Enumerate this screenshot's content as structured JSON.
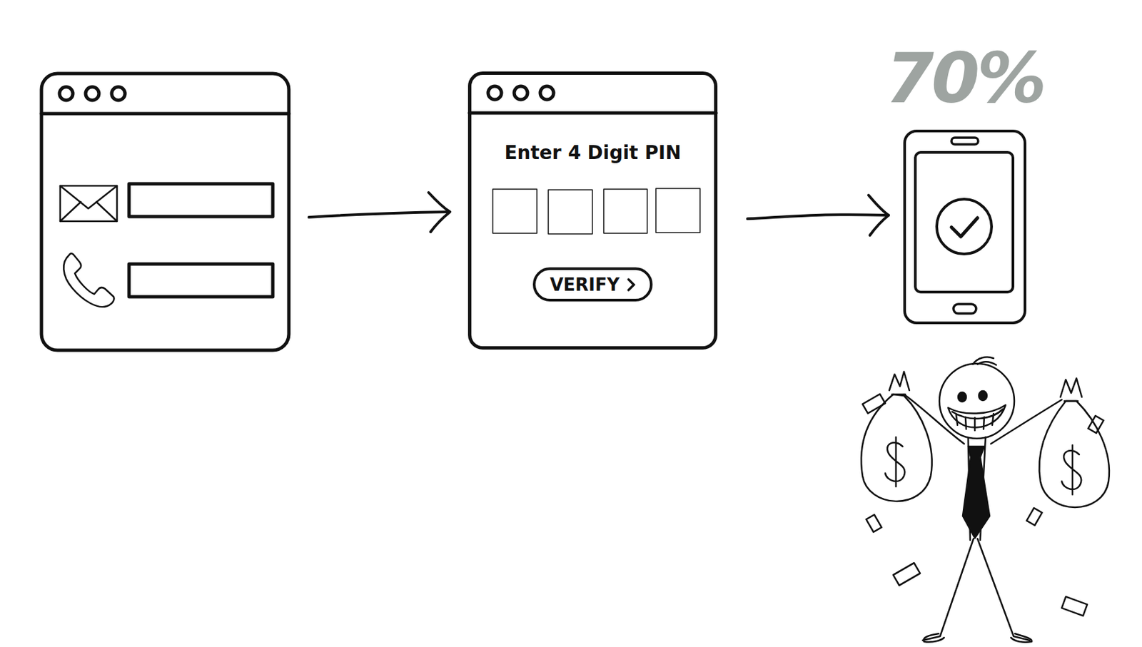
{
  "diagram": {
    "nodes": [
      {
        "text": [
          "Enter 4 Digit PIN"
        ]
      },
      {
        "text": [
          "VERIFY"
        ],
        "in": 0
      },
      {
        "text": [
          "70%"
        ]
      }
    ],
    "edges": [
      {
        "from": 0,
        "to": 2,
        "arrow": "to"
      }
    ]
  }
}
